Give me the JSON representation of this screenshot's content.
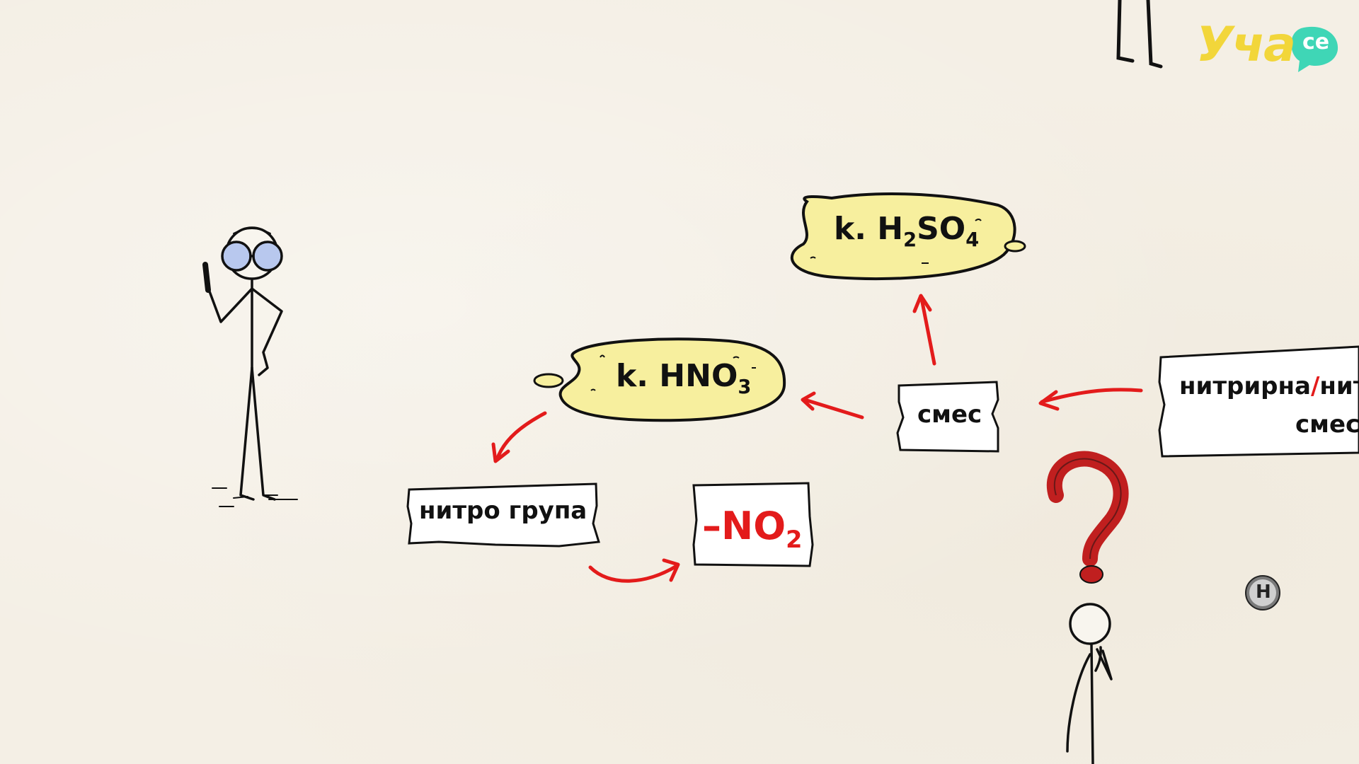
{
  "logo": {
    "text": "Уча",
    "badge": "се",
    "text_color": "#f2d63a",
    "badge_color": "#3fd6b6"
  },
  "bubbles": {
    "hno3": {
      "prefix": "k. HNO",
      "sub": "3"
    },
    "h2so4": {
      "prefix": "k. H",
      "sub1": "2",
      "mid": "SO",
      "sub2": "4"
    }
  },
  "cards": {
    "smes": "смес",
    "nitro_group": "нитро група",
    "no2": {
      "main": "–NO",
      "sub": "2"
    },
    "nitrating": {
      "line1_a": "нитрирна",
      "slash": "/",
      "line1_b": "нит",
      "line2": "смес"
    }
  },
  "badge_h": "H",
  "colors": {
    "arrow_red": "#e31b1b",
    "bubble_fill": "#f7ef9e",
    "card_fill": "#ffffff",
    "glasses": "#b8c8ee",
    "question_mark": "#c01f1f"
  }
}
